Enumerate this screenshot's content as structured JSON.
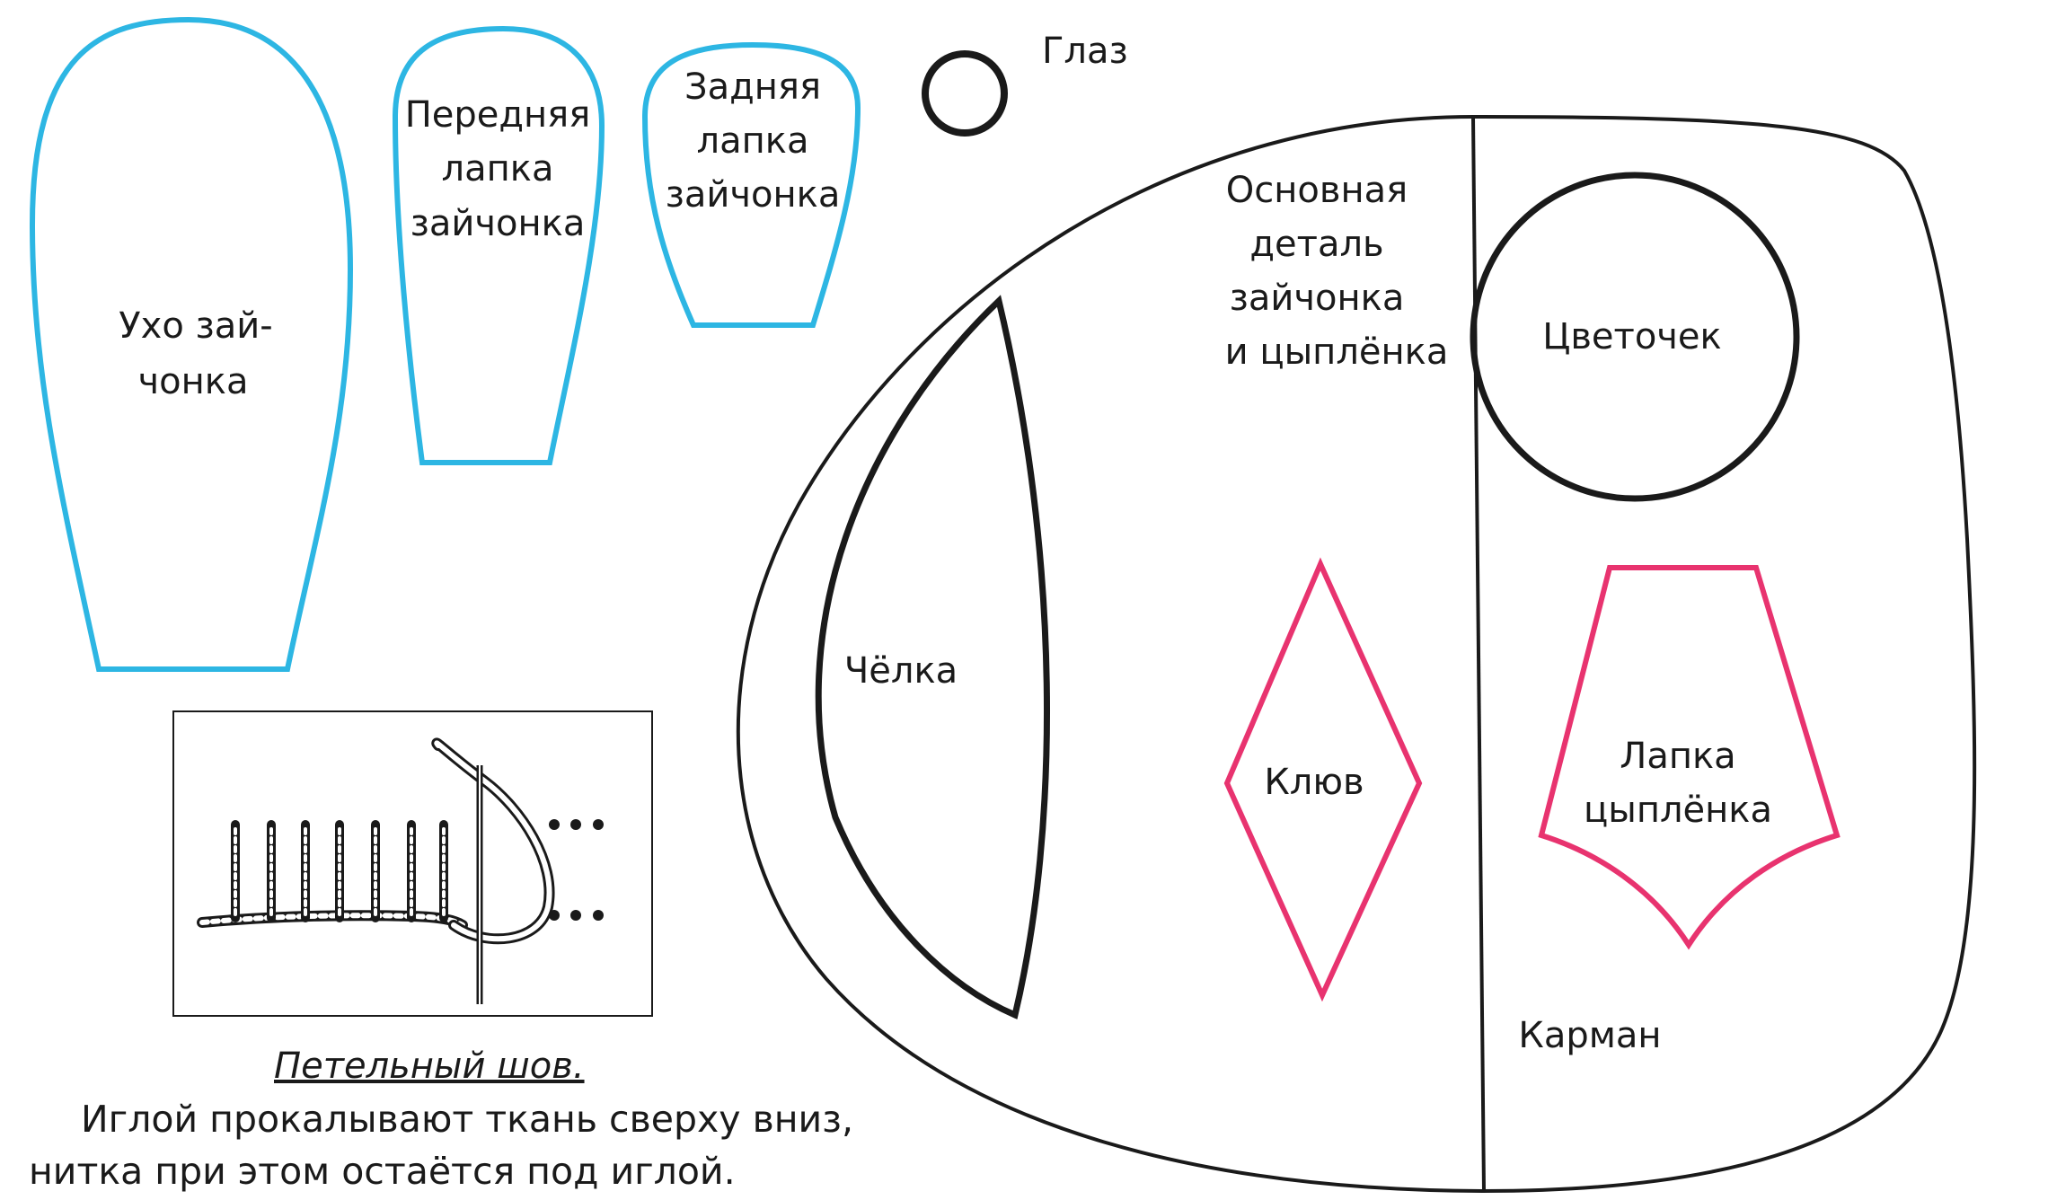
{
  "colors": {
    "blue_outline": "#2db6e3",
    "black_outline": "#1a1a1a",
    "pink_outline": "#e8336f",
    "background": "#ffffff"
  },
  "pieces": {
    "ear": {
      "line1": "Ухо зай-",
      "line2": "чонка"
    },
    "front_paw": {
      "line1": "Передняя",
      "line2": "лапка",
      "line3": "зайчонка"
    },
    "hind_paw": {
      "line1": "Задняя",
      "line2": "лапка",
      "line3": "зайчонка"
    },
    "eye": {
      "label": "Глаз"
    },
    "body": {
      "line1": "Основная",
      "line2": "деталь",
      "line3": "зайчонка",
      "line4": "и цыплёнка"
    },
    "fringe": {
      "label": "Чёлка"
    },
    "beak": {
      "label": "Клюв"
    },
    "flower": {
      "label": "Цветочек"
    },
    "chick_paw": {
      "line1": "Лапка",
      "line2": "цыплёнка"
    },
    "pocket": {
      "label": "Карман"
    }
  },
  "stitch": {
    "title": "Петельный шов.",
    "line1": "Иглой прокалывают ткань сверху вниз,",
    "line2": "нитка при этом остаётся под иглой."
  }
}
